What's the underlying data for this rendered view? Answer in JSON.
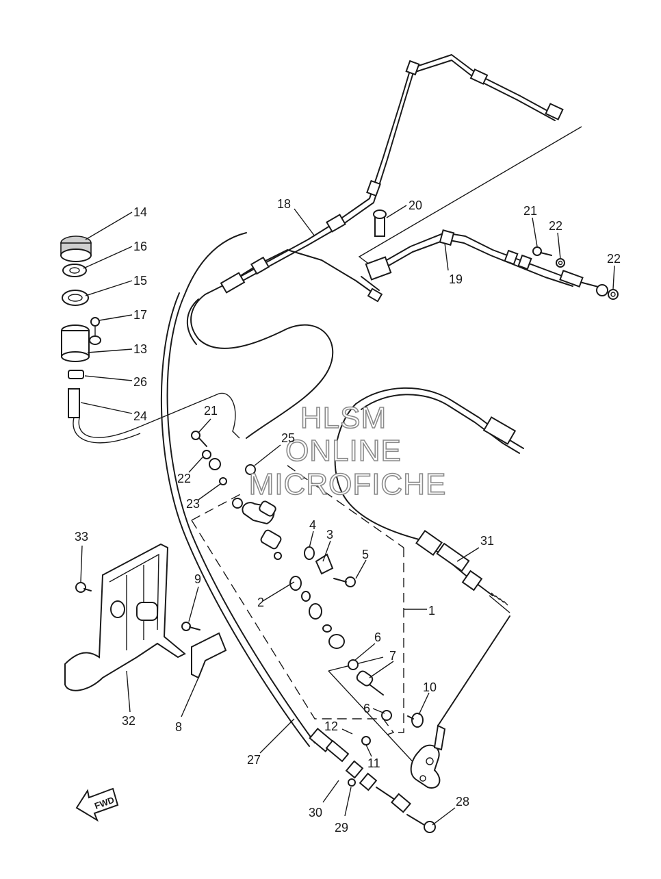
{
  "watermark": {
    "line1": "HLSM",
    "line2": "ONLINE",
    "line3": "MICROFICHE"
  },
  "direction_arrow_text": "FWD",
  "callouts": {
    "c1": "1",
    "c2": "2",
    "c3": "3",
    "c4": "4",
    "c5": "5",
    "c6a": "6",
    "c6b": "6",
    "c7": "7",
    "c8": "8",
    "c9": "9",
    "c10": "10",
    "c11": "11",
    "c12": "12",
    "c13": "13",
    "c14": "14",
    "c15": "15",
    "c16": "16",
    "c17": "17",
    "c18": "18",
    "c19": "19",
    "c20": "20",
    "c21a": "21",
    "c21b": "21",
    "c22a": "22",
    "c22b": "22",
    "c22c": "22",
    "c23": "23",
    "c24": "24",
    "c25": "25",
    "c26": "26",
    "c27": "27",
    "c28": "28",
    "c29": "29",
    "c30": "30",
    "c31": "31",
    "c32": "32",
    "c33": "33"
  }
}
